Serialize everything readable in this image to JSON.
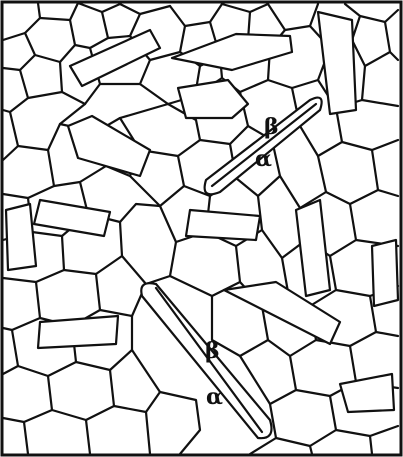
{
  "figure": {
    "labels": [
      {
        "id": "beta-upper",
        "text": "β"
      },
      {
        "id": "alpha-upper",
        "text": "α"
      },
      {
        "id": "beta-lower",
        "text": "β"
      },
      {
        "id": "alpha-lower",
        "text": "α"
      }
    ]
  },
  "colors": {
    "background": "#ffffff",
    "boundary": "#111111"
  }
}
